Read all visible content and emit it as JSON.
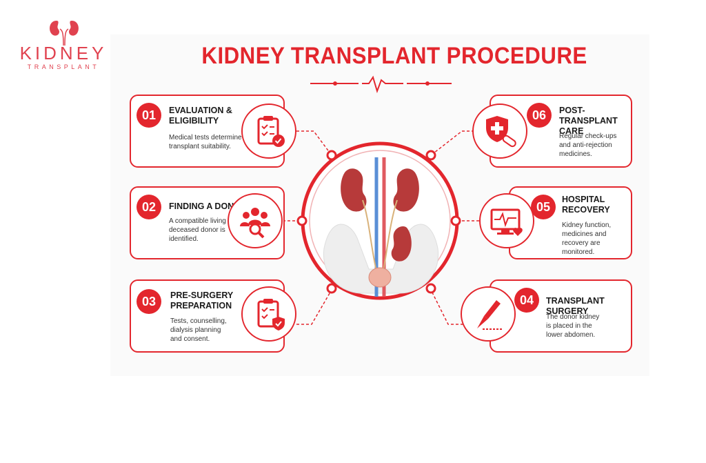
{
  "logo": {
    "word": "KIDNEY",
    "sub": "TRANSPLANT"
  },
  "title": "KIDNEY TRANSPLANT PROCEDURE",
  "colors": {
    "accent": "#e3262d",
    "logo": "#e0424f"
  },
  "steps": [
    {
      "num": "01",
      "title": "EVALUATION &\nELIGIBILITY",
      "desc": "Medical tests determine\ntransplant suitability.",
      "icon": "clipboard-check-icon"
    },
    {
      "num": "02",
      "title": "FINDING A DONOR",
      "desc": "A compatible living or\ndeceased donor is\nidentified.",
      "icon": "people-search-icon"
    },
    {
      "num": "03",
      "title": "PRE-SURGERY\nPREPARATION",
      "desc": "Tests, counselling,\ndialysis planning\nand consent.",
      "icon": "clipboard-shield-icon"
    },
    {
      "num": "04",
      "title": "TRANSPLANT SURGERY",
      "desc": "The donor kidney\nis placed in the\nlower abdomen.",
      "icon": "scalpel-icon"
    },
    {
      "num": "05",
      "title": "HOSPITAL\nRECOVERY",
      "desc": "Kidney function,\nmedicines and\nrecovery are\nmonitored.",
      "icon": "monitor-heart-icon"
    },
    {
      "num": "06",
      "title": "POST-TRANSPLANT\nCARE",
      "desc": "Regular check-ups\nand anti-rejection\nmedicines.",
      "icon": "shield-pill-icon"
    }
  ]
}
